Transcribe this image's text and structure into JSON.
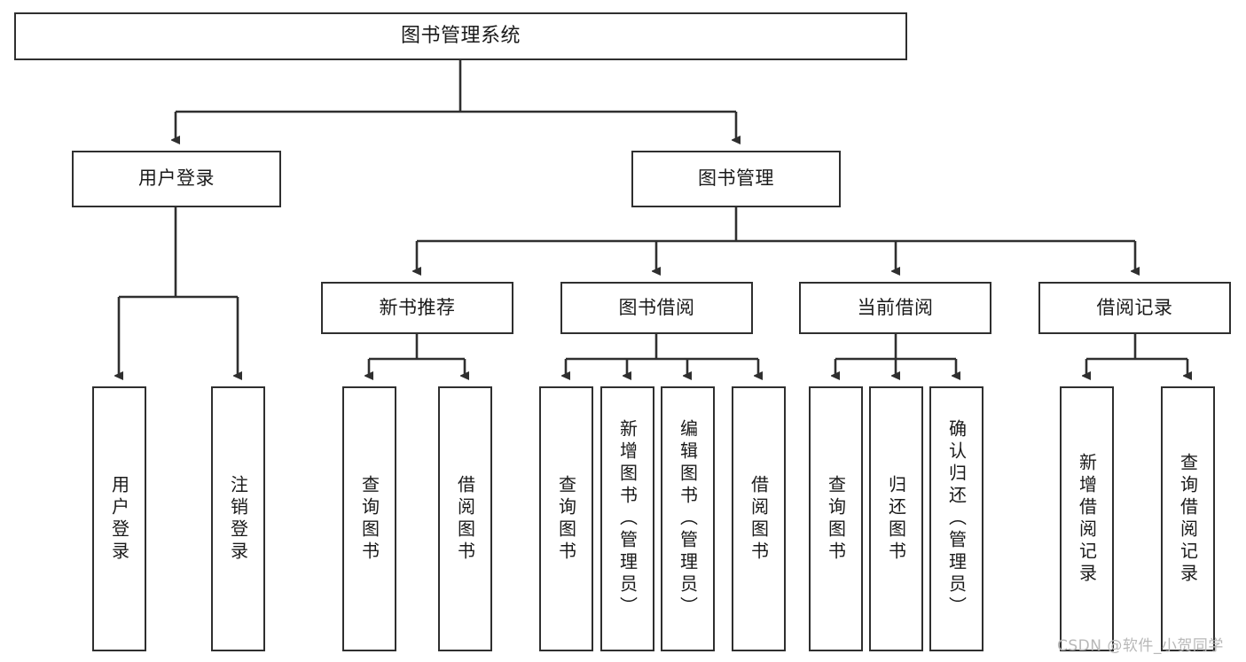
{
  "diagram": {
    "title": "图书管理系统",
    "type": "tree-hierarchy",
    "watermark": "CSDN @软件_小贺同学",
    "colors": {
      "box_border": "#2f2f2f",
      "box_fill": "#ffffff",
      "connector": "#2f2f2f",
      "text": "#1a1a1a",
      "watermark": "#b8b8b8"
    }
  },
  "nodes": {
    "root": {
      "label": "图书管理系统"
    },
    "level2": [
      {
        "id": "user-login",
        "label": "用户登录"
      },
      {
        "id": "book-manage",
        "label": "图书管理"
      }
    ],
    "level3": [
      {
        "id": "new-book-recommend",
        "label": "新书推荐"
      },
      {
        "id": "book-borrow",
        "label": "图书借阅"
      },
      {
        "id": "current-borrow",
        "label": "当前借阅"
      },
      {
        "id": "borrow-record",
        "label": "借阅记录"
      }
    ],
    "leaves": {
      "user-login": [
        {
          "id": "leaf-user-login",
          "label": "用户登录"
        },
        {
          "id": "leaf-logout-login",
          "label": "注销登录"
        }
      ],
      "new-book-recommend": [
        {
          "id": "leaf-query-book-1",
          "label": "查询图书"
        },
        {
          "id": "leaf-borrow-book-1",
          "label": "借阅图书"
        }
      ],
      "book-borrow": [
        {
          "id": "leaf-query-book-2",
          "label": "查询图书"
        },
        {
          "id": "leaf-add-book-admin",
          "label": "新增图书（管理员）"
        },
        {
          "id": "leaf-edit-book-admin",
          "label": "编辑图书（管理员）"
        },
        {
          "id": "leaf-borrow-book-2",
          "label": "借阅图书"
        }
      ],
      "current-borrow": [
        {
          "id": "leaf-query-book-3",
          "label": "查询图书"
        },
        {
          "id": "leaf-return-book",
          "label": "归还图书"
        },
        {
          "id": "leaf-confirm-return-admin",
          "label": "确认归还（管理员）"
        }
      ],
      "borrow-record": [
        {
          "id": "leaf-add-borrow-record",
          "label": "新增借阅记录"
        },
        {
          "id": "leaf-query-borrow-record",
          "label": "查询借阅记录"
        }
      ]
    }
  }
}
